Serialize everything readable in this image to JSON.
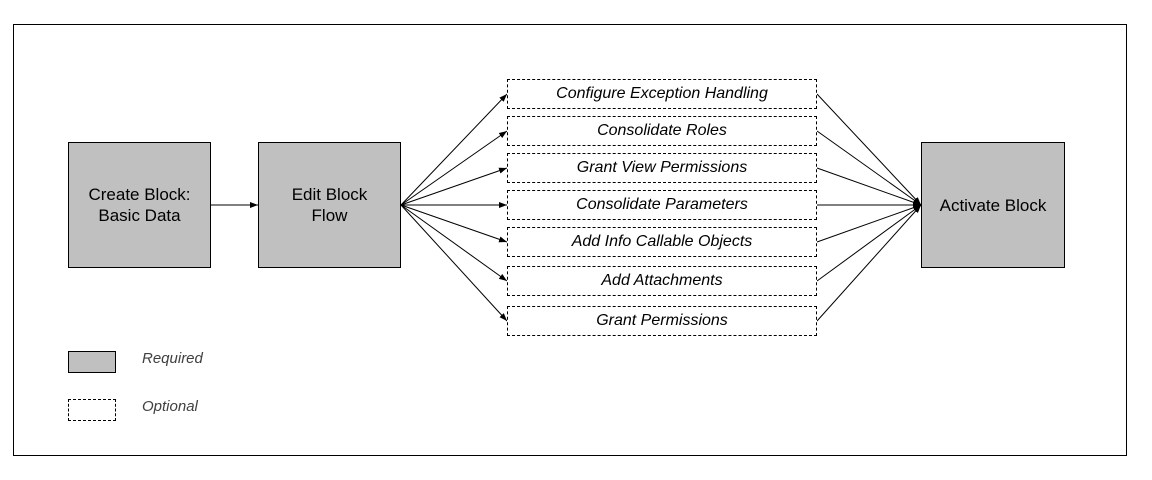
{
  "steps": {
    "create": "Create Block:\nBasic Data",
    "edit": "Edit Block\nFlow",
    "activate": "Activate Block"
  },
  "optional_steps": [
    "Configure Exception Handling",
    "Consolidate Roles",
    "Grant View Permissions",
    "Consolidate Parameters",
    "Add Info Callable Objects",
    "Add Attachments",
    "Grant Permissions"
  ],
  "legend": {
    "required": "Required",
    "optional": "Optional"
  },
  "colors": {
    "required_fill": "#c0c0c0",
    "line": "#000000"
  }
}
